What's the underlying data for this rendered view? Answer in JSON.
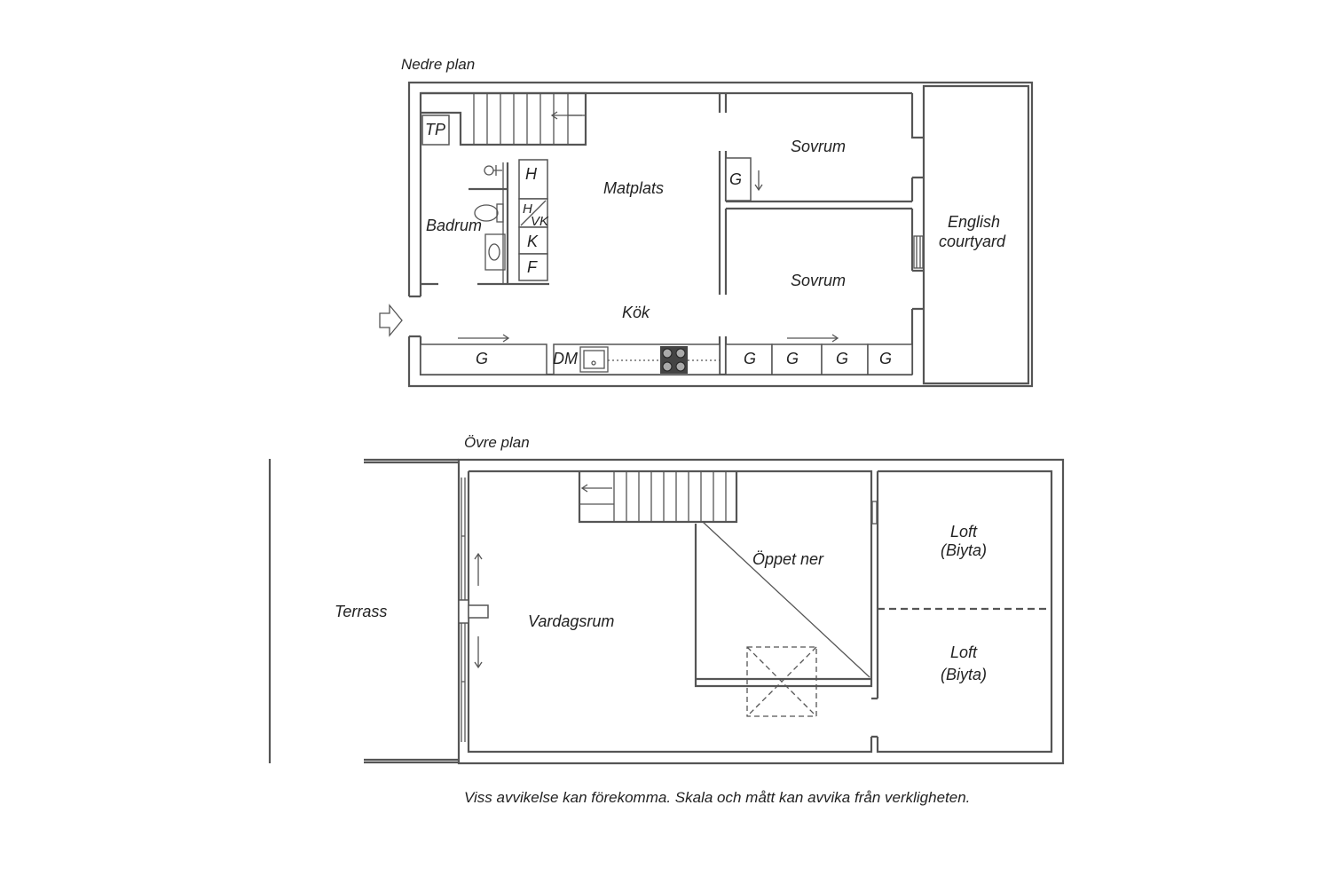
{
  "lower_floor": {
    "title": "Nedre plan",
    "rooms": {
      "matplats": "Matplats",
      "kok": "Kök",
      "badrum": "Badrum",
      "sovrum_1": "Sovrum",
      "sovrum_2": "Sovrum",
      "english_courtyard_line1": "English",
      "english_courtyard_line2": "courtyard"
    },
    "fixtures": {
      "tp": "TP",
      "h": "H",
      "h_vk_h": "H",
      "h_vk_vk": "VK",
      "k": "K",
      "f": "F",
      "g_bedroom": "G",
      "g_entry": "G",
      "dm": "DM",
      "g_row": [
        "G",
        "G",
        "G",
        "G"
      ]
    }
  },
  "upper_floor": {
    "title": "Övre plan",
    "rooms": {
      "terrass": "Terrass",
      "vardagsrum": "Vardagsrum",
      "oppet_ner": "Öppet ner",
      "loft_1": "Loft",
      "loft_1_sub": "(Biyta)",
      "loft_2": "Loft",
      "loft_2_sub": "(Biyta)"
    }
  },
  "disclaimer": "Viss avvikelse kan förekomma. Skala och mått kan avvika från verkligheten."
}
